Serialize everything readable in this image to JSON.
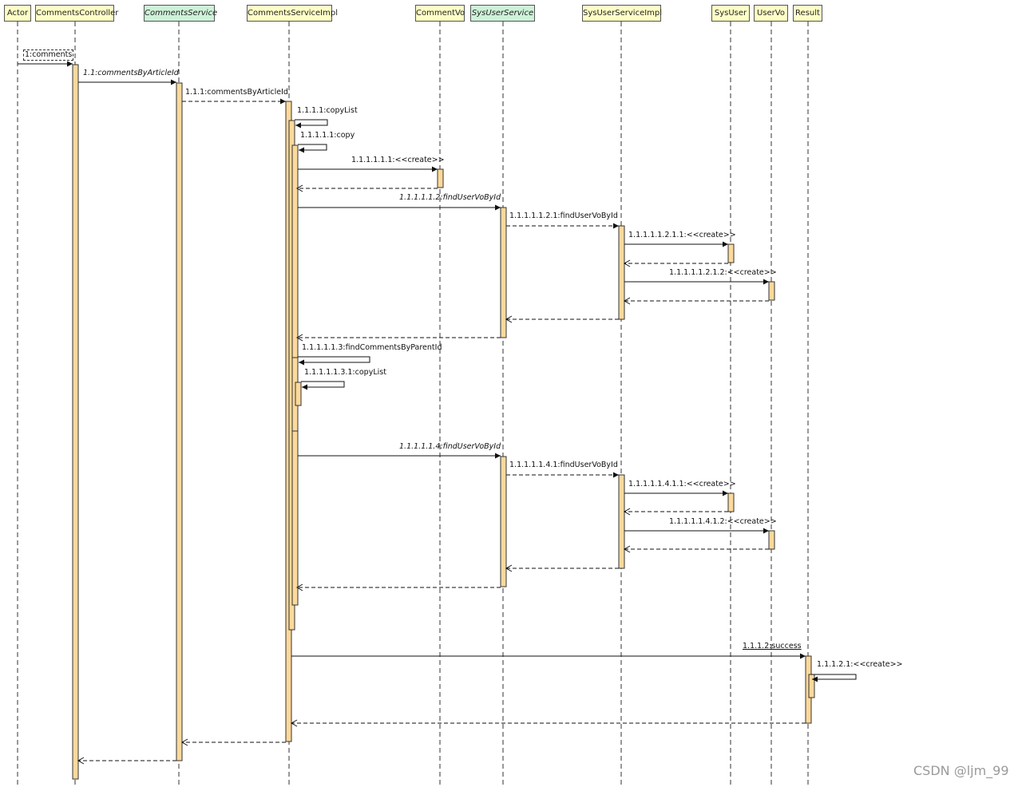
{
  "participants": [
    {
      "id": "actor",
      "name": "Actor",
      "kind": "class"
    },
    {
      "id": "cc",
      "name": "CommentsController",
      "kind": "class"
    },
    {
      "id": "cs",
      "name": "CommentsService",
      "kind": "interface"
    },
    {
      "id": "csi",
      "name": "CommentsServiceImpl",
      "kind": "class"
    },
    {
      "id": "cv",
      "name": "CommentVo",
      "kind": "class"
    },
    {
      "id": "sus",
      "name": "SysUserService",
      "kind": "interface"
    },
    {
      "id": "susi",
      "name": "SysUserServiceImpl",
      "kind": "class"
    },
    {
      "id": "su",
      "name": "SysUser",
      "kind": "class"
    },
    {
      "id": "uv",
      "name": "UserVo",
      "kind": "class"
    },
    {
      "id": "res",
      "name": "Result",
      "kind": "class"
    }
  ],
  "messages": [
    {
      "label": "1:comments",
      "from": "actor",
      "to": "cc",
      "kind": "call"
    },
    {
      "label": "1.1:commentsByArticleId",
      "from": "cc",
      "to": "cs",
      "kind": "call"
    },
    {
      "label": "1.1.1:commentsByArticleId",
      "from": "cs",
      "to": "csi",
      "kind": "call"
    },
    {
      "label": "1.1.1.1:copyList",
      "from": "csi",
      "to": "csi",
      "kind": "self"
    },
    {
      "label": "1.1.1.1.1:copy",
      "from": "csi",
      "to": "csi",
      "kind": "self"
    },
    {
      "label": "1.1.1.1.1.1:<<create>>",
      "from": "csi",
      "to": "cv",
      "kind": "call"
    },
    {
      "label": "",
      "from": "cv",
      "to": "csi",
      "kind": "return"
    },
    {
      "label": "1.1.1.1.1.2:findUserVoById",
      "from": "csi",
      "to": "sus",
      "kind": "call"
    },
    {
      "label": "1.1.1.1.1.2.1:findUserVoById",
      "from": "sus",
      "to": "susi",
      "kind": "call"
    },
    {
      "label": "1.1.1.1.1.2.1.1:<<create>>",
      "from": "susi",
      "to": "su",
      "kind": "call"
    },
    {
      "label": "",
      "from": "su",
      "to": "susi",
      "kind": "return"
    },
    {
      "label": "1.1.1.1.1.2.1.2:<<create>>",
      "from": "susi",
      "to": "uv",
      "kind": "call"
    },
    {
      "label": "",
      "from": "uv",
      "to": "susi",
      "kind": "return"
    },
    {
      "label": "",
      "from": "susi",
      "to": "sus",
      "kind": "return"
    },
    {
      "label": "",
      "from": "sus",
      "to": "csi",
      "kind": "return"
    },
    {
      "label": "1.1.1.1.1.3:findCommentsByParentId",
      "from": "csi",
      "to": "csi",
      "kind": "self"
    },
    {
      "label": "1.1.1.1.1.3.1:copyList",
      "from": "csi",
      "to": "csi",
      "kind": "self"
    },
    {
      "label": "1.1.1.1.1.4:findUserVoById",
      "from": "csi",
      "to": "sus",
      "kind": "call"
    },
    {
      "label": "1.1.1.1.1.4.1:findUserVoById",
      "from": "sus",
      "to": "susi",
      "kind": "call"
    },
    {
      "label": "1.1.1.1.1.4.1.1:<<create>>",
      "from": "susi",
      "to": "su",
      "kind": "call"
    },
    {
      "label": "",
      "from": "su",
      "to": "susi",
      "kind": "return"
    },
    {
      "label": "1.1.1.1.1.4.1.2:<<create>>",
      "from": "susi",
      "to": "uv",
      "kind": "call"
    },
    {
      "label": "",
      "from": "uv",
      "to": "susi",
      "kind": "return"
    },
    {
      "label": "",
      "from": "susi",
      "to": "sus",
      "kind": "return"
    },
    {
      "label": "",
      "from": "sus",
      "to": "csi",
      "kind": "return"
    },
    {
      "label": "1.1.1.2:success",
      "from": "csi",
      "to": "res",
      "kind": "call"
    },
    {
      "label": "1.1.1.2.1:<<create>>",
      "from": "res",
      "to": "res",
      "kind": "self"
    },
    {
      "label": "",
      "from": "res",
      "to": "csi",
      "kind": "return"
    },
    {
      "label": "",
      "from": "csi",
      "to": "cs",
      "kind": "return"
    },
    {
      "label": "",
      "from": "cs",
      "to": "cc",
      "kind": "return"
    }
  ],
  "watermark": "CSDN @ljm_99",
  "colors": {
    "activation": "#fcd99b",
    "class_header": "#fefec6",
    "interface_header": "#cdf2d8"
  }
}
